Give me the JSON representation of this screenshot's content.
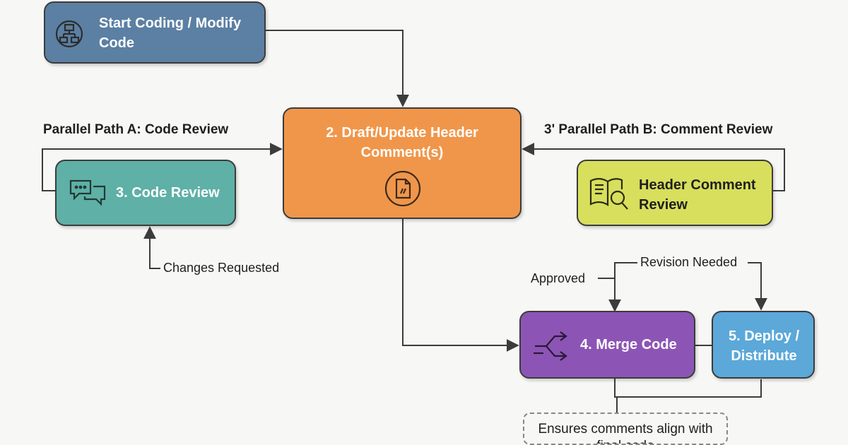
{
  "nodes": {
    "start": {
      "label": "Start Coding / Modify Code",
      "color": "#5b80a3"
    },
    "draft": {
      "label": "2. Draft/Update Header Comment(s)",
      "color": "#f0964a"
    },
    "code_review": {
      "label": "3. Code Review",
      "color": "#5fb0a6"
    },
    "header_review": {
      "label": "Header Comment Review",
      "color": "#d8df5c"
    },
    "merge": {
      "label": "4. Merge Code",
      "color": "#8c55b5"
    },
    "deploy": {
      "label": "5. Deploy / Distribute",
      "color": "#5ba8d9"
    }
  },
  "labels": {
    "path_a": "Parallel Path A: Code Review",
    "path_b": "3' Parallel Path B: Comment Review",
    "changes_requested": "Changes Requested",
    "approved": "Approved",
    "revision_needed": "Revision Needed"
  },
  "note": {
    "text": "Ensures comments align with final code"
  },
  "icons": {
    "start": "flowchart-icon",
    "draft": "document-edit-icon",
    "code_review": "chat-bubbles-icon",
    "header_review": "book-search-icon",
    "merge": "merge-arrows-icon"
  }
}
